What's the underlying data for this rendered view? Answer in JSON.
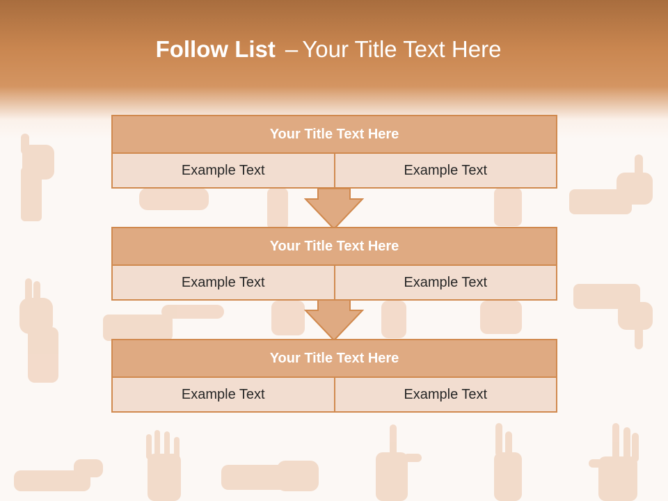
{
  "slide": {
    "title_bold": "Follow List",
    "title_separator": "–",
    "title_rest": "Your Title Text Here"
  },
  "steps": [
    {
      "title": "Your Title Text Here",
      "left": "Example Text",
      "right": "Example Text"
    },
    {
      "title": "Your Title Text Here",
      "left": "Example Text",
      "right": "Example Text"
    },
    {
      "title": "Your Title Text Here",
      "left": "Example Text",
      "right": "Example Text"
    }
  ],
  "colors": {
    "header_brown": "#c98650",
    "box_title_fill": "#dfaa82",
    "box_cell_fill": "#f2ddd0",
    "box_border": "#d0894e",
    "arrow_fill": "#dfaa82",
    "hand_tint": "#f1d6c3"
  },
  "background": {
    "icons": [
      "hand-gesture-icon"
    ]
  }
}
